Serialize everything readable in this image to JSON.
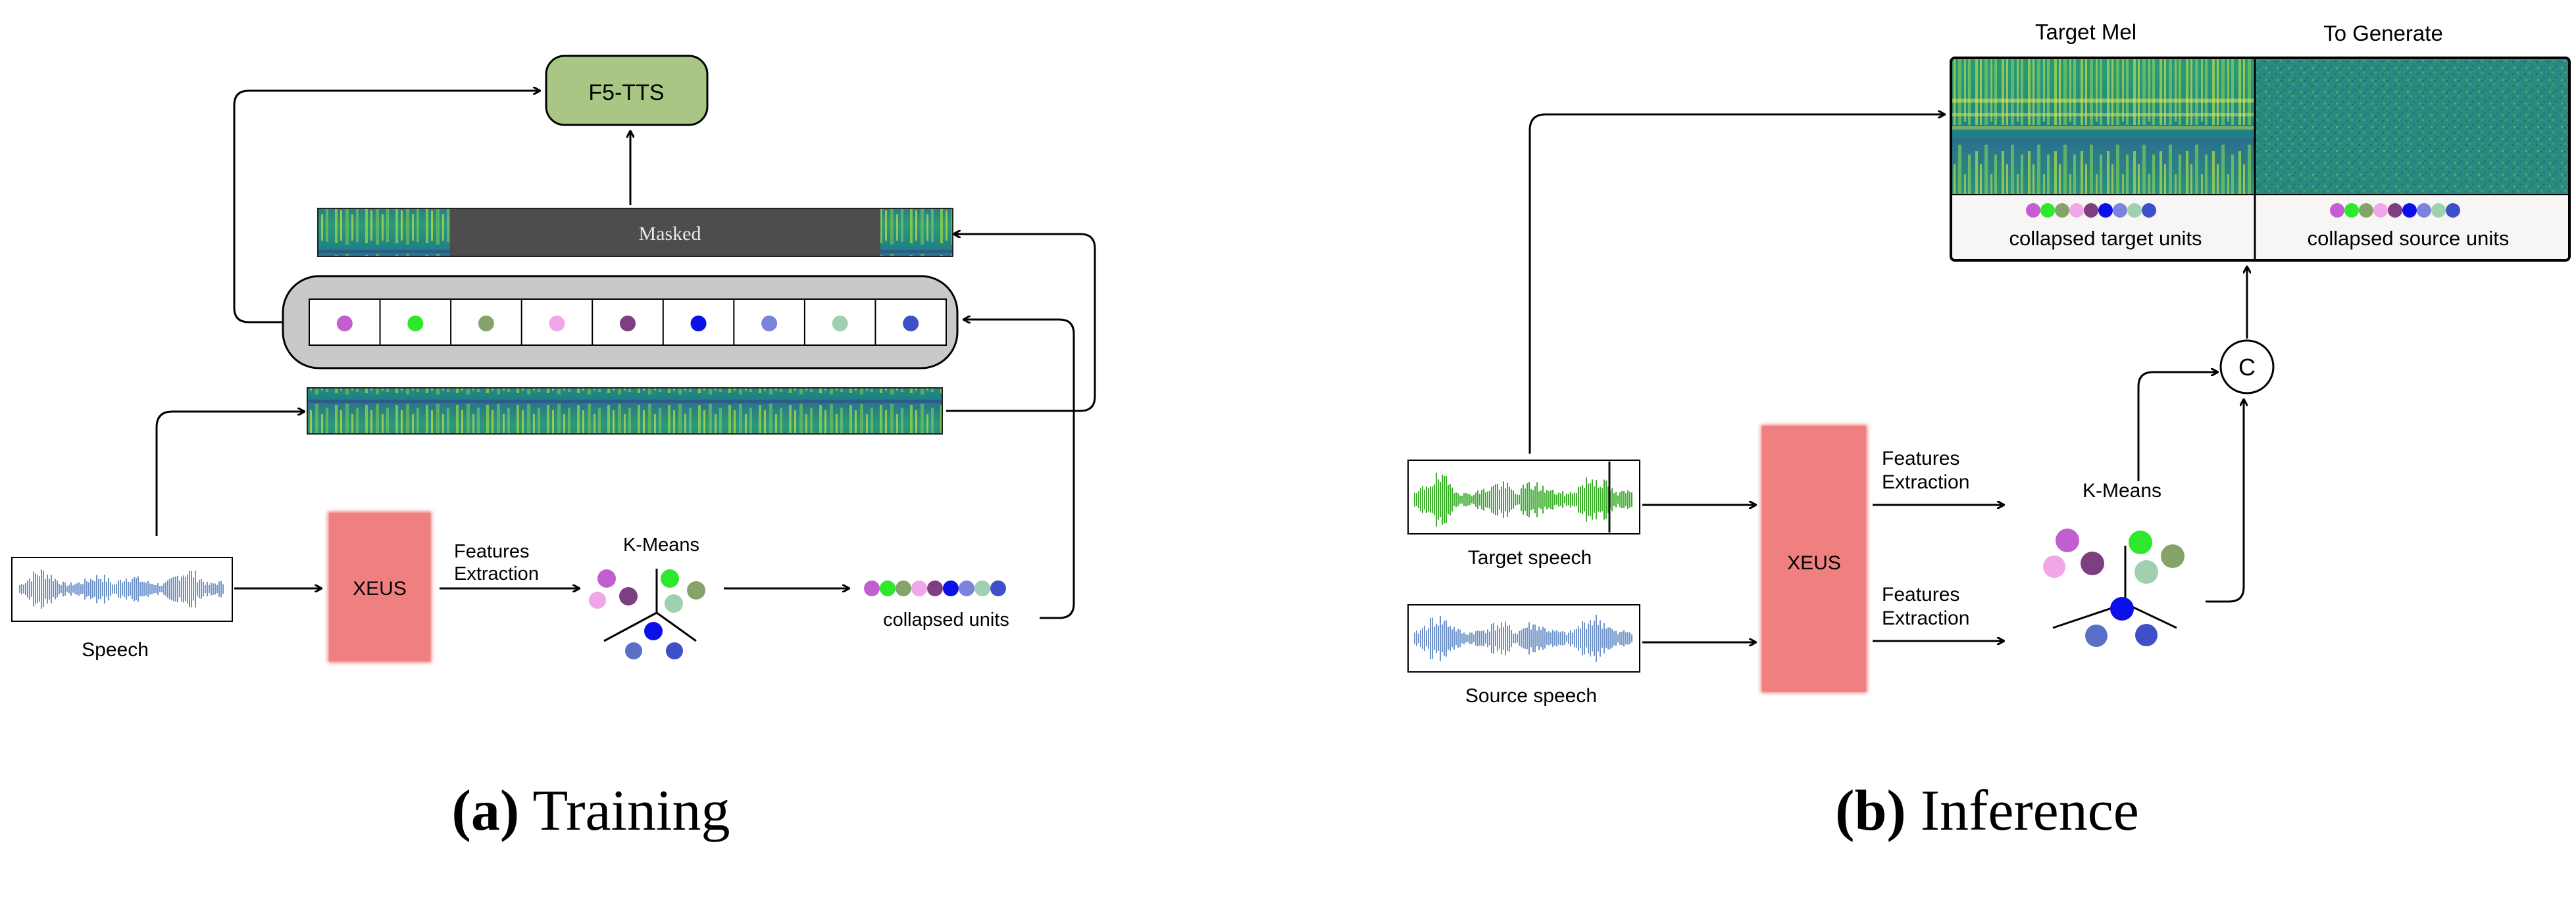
{
  "training": {
    "caption_letter": "(a)",
    "caption_text": " Training",
    "f5_label": "F5-TTS",
    "masked_label": "Masked",
    "xeus_label": "XEUS",
    "features_label_1": "Features",
    "features_label_2": "Extraction",
    "kmeans_label": "K-Means",
    "speech_label": "Speech",
    "collapsed_label": "collapsed units",
    "unit_colors": [
      "#c25ed0",
      "#2de82d",
      "#86a36a",
      "#f0a6e8",
      "#7e3f80",
      "#0b10e8",
      "#7a84df",
      "#9fd0b0",
      "#3e50c8"
    ],
    "kmeans_colors": [
      "#c25ed0",
      "#f0a6e8",
      "#7e3f80",
      "#2de82d",
      "#86a36a",
      "#9fd0b0",
      "#0b10e8",
      "#5a6fc8",
      "#3e50c8"
    ],
    "collapsed_colors": [
      "#c25ed0",
      "#2de82d",
      "#86a36a",
      "#f0a6e8",
      "#7e3f80",
      "#0b10e8",
      "#7a84df",
      "#9fd0b0",
      "#3e50c8"
    ]
  },
  "inference": {
    "caption_letter": "(b)",
    "caption_text": " Inference",
    "target_mel_label": "Target Mel",
    "to_generate_label": "To Generate",
    "collapsed_target_label": "collapsed target units",
    "collapsed_source_label": "collapsed source units",
    "concat_label": "C",
    "xeus_label": "XEUS",
    "features_label_1": "Features",
    "features_label_2": "Extraction",
    "kmeans_label": "K-Means",
    "target_speech_label": "Target speech",
    "source_speech_label": "Source speech",
    "target_unit_colors": [
      "#c25ed0",
      "#2de82d",
      "#86a36a",
      "#f0a6e8",
      "#7e3f80",
      "#0b10e8",
      "#7a84df",
      "#9fd0b0",
      "#3e50c8"
    ],
    "source_unit_colors": [
      "#c25ed0",
      "#2de82d",
      "#86a36a",
      "#f0a6e8",
      "#7e3f80",
      "#0b10e8",
      "#7a84df",
      "#9fd0b0",
      "#3e50c8"
    ]
  },
  "colors": {
    "f5_fill": "#a9c685",
    "xeus_fill": "#f08080",
    "masked_fill": "#4d4d4d",
    "waveform_blue": "#6f93c9",
    "waveform_green": "#3fae2f"
  }
}
